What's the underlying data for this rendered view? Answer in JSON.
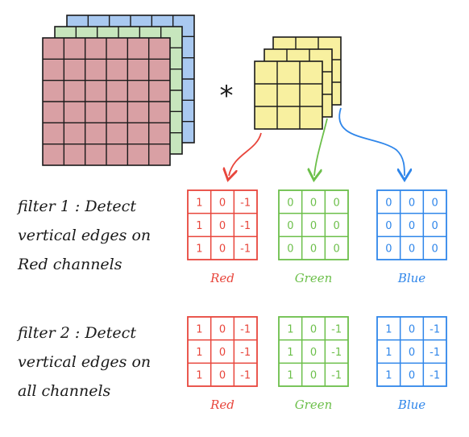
{
  "operator": "*",
  "colors": {
    "red": "#e8463c",
    "green": "#6cbf4a",
    "blue": "#2f86ea",
    "ink": "#1a1a1a",
    "input_red_fill": "#d9a0a4",
    "input_green_fill": "#c7e6bd",
    "input_blue_fill": "#a9c9f0",
    "kernel_fill": "#f8f0a0"
  },
  "filters": [
    {
      "description": [
        "filter 1 : Detect",
        "vertical edges on",
        "Red channels"
      ],
      "channels": [
        {
          "label": "Red",
          "color_key": "red",
          "cells": [
            [
              "1",
              "0",
              "-1"
            ],
            [
              "1",
              "0",
              "-1"
            ],
            [
              "1",
              "0",
              "-1"
            ]
          ]
        },
        {
          "label": "Green",
          "color_key": "green",
          "cells": [
            [
              "0",
              "0",
              "0"
            ],
            [
              "0",
              "0",
              "0"
            ],
            [
              "0",
              "0",
              "0"
            ]
          ]
        },
        {
          "label": "Blue",
          "color_key": "blue",
          "cells": [
            [
              "0",
              "0",
              "0"
            ],
            [
              "0",
              "0",
              "0"
            ],
            [
              "0",
              "0",
              "0"
            ]
          ]
        }
      ]
    },
    {
      "description": [
        "filter 2 : Detect",
        "vertical edges on",
        "all channels"
      ],
      "channels": [
        {
          "label": "Red",
          "color_key": "red",
          "cells": [
            [
              "1",
              "0",
              "-1"
            ],
            [
              "1",
              "0",
              "-1"
            ],
            [
              "1",
              "0",
              "-1"
            ]
          ]
        },
        {
          "label": "Green",
          "color_key": "green",
          "cells": [
            [
              "1",
              "0",
              "-1"
            ],
            [
              "1",
              "0",
              "-1"
            ],
            [
              "1",
              "0",
              "-1"
            ]
          ]
        },
        {
          "label": "Blue",
          "color_key": "blue",
          "cells": [
            [
              "1",
              "0",
              "-1"
            ],
            [
              "1",
              "0",
              "-1"
            ],
            [
              "1",
              "0",
              "-1"
            ]
          ]
        }
      ]
    }
  ]
}
